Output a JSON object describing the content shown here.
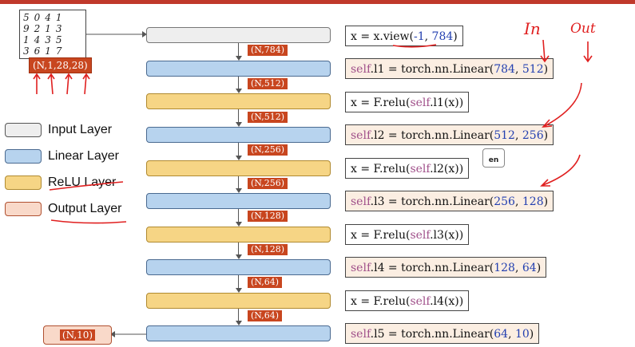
{
  "digits": [
    "5041",
    "9213",
    "1435",
    "3617"
  ],
  "input_shape": "(N,1,28,28)",
  "legend": [
    {
      "label": "Input Layer",
      "color": "#eeeeee"
    },
    {
      "label": "Linear Layer",
      "color": "#b7d3ee"
    },
    {
      "label": "ReLU Layer",
      "color": "#f6d585"
    },
    {
      "label": "Output Layer",
      "color": "#f9d9c9"
    }
  ],
  "shape_tags": [
    "(N,784)",
    "(N,512)",
    "(N,512)",
    "(N,256)",
    "(N,256)",
    "(N,128)",
    "(N,128)",
    "(N,64)",
    "(N,64)"
  ],
  "output_shape": "(N,10)",
  "code": {
    "view": {
      "prefix": "x = x.",
      "fn": "view",
      "open": "(",
      "a": "-1",
      "sep": ", ",
      "b": "784",
      "close": ")"
    },
    "l1": {
      "self": "self",
      "rest": ".l1 = torch.nn.Linear(",
      "a": "784",
      "sep": ", ",
      "b": "512",
      "close": ")"
    },
    "r1": {
      "pre": "x = F.relu(",
      "self": "self",
      "rest": ".l1(x))"
    },
    "l2": {
      "self": "self",
      "rest": ".l2 = torch.nn.Linear(",
      "a": "512",
      "sep": ", ",
      "b": "256",
      "close": ")"
    },
    "r2": {
      "pre": "x = F.relu(",
      "self": "self",
      "rest": ".l2(x))"
    },
    "l3": {
      "self": "self",
      "rest": ".l3 = torch.nn.Linear(",
      "a": "256",
      "sep": ", ",
      "b": "128",
      "close": ")"
    },
    "r3": {
      "pre": "x = F.relu(",
      "self": "self",
      "rest": ".l3(x))"
    },
    "l4": {
      "self": "self",
      "rest": ".l4 = torch.nn.Linear(",
      "a": "128",
      "sep": ", ",
      "b": "64",
      "close": ")"
    },
    "r4": {
      "pre": "x = F.relu(",
      "self": "self",
      "rest": ".l4(x))"
    },
    "l5": {
      "self": "self",
      "rest": ".l5 = torch.nn.Linear(",
      "a": "64",
      "sep": ", ",
      "b": "10",
      "close": ")"
    }
  },
  "annotations": {
    "in": "In",
    "out": "Out",
    "translate_badge": "en"
  },
  "colors": {
    "accent_red": "#c8461f",
    "linear": "#b7d3ee",
    "relu": "#f6d585",
    "input": "#eeeeee",
    "output": "#f9d9c9",
    "ink": "#e02020"
  }
}
